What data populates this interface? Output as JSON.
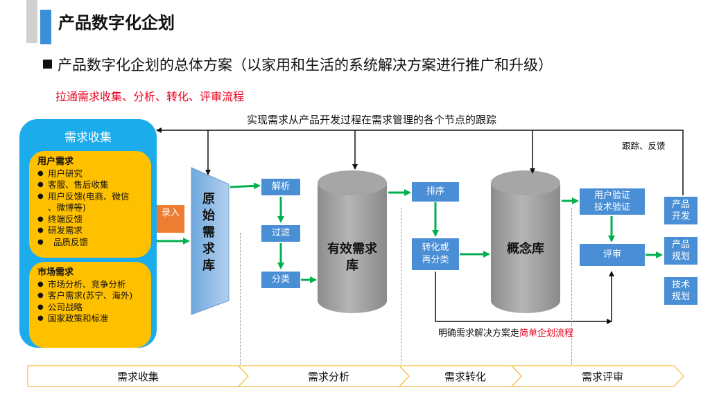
{
  "title": "产品数字化企划",
  "subtitle": "产品数字化企划的总体方案（以家用和生活的系统解决方案进行推广和升级）",
  "red_note": "拉通需求收集、分析、转化、评审流程",
  "top_note": "实现需求从产品开发过程在需求管理的各个节点的跟踪",
  "track_note": "跟踪、反馈",
  "collect": {
    "title": "需求收集",
    "user": {
      "head": "用户需求",
      "items": [
        "用户研究",
        "客服、售后收集",
        "用户反馈(电商、微信",
        "、微博等)",
        "终端反馈",
        "研发需求",
        "  品质反馈"
      ]
    },
    "market": {
      "head": "市场需求",
      "items": [
        "市场分析、竞争分析",
        "客户需求(苏宁、海外)",
        "公司战略",
        "国家政策和标准"
      ]
    }
  },
  "entry": "录入",
  "raw_db": "原始需求库",
  "raw_db_chars": [
    "原",
    "始",
    "需",
    "求",
    "库"
  ],
  "steps": {
    "parse": "解析",
    "filter": "过滤",
    "classify": "分类"
  },
  "valid_db": [
    "有效需求",
    "库"
  ],
  "sort": "排序",
  "transform": [
    "转化或",
    "再分类"
  ],
  "concept_db": "概念库",
  "verify": [
    "用户验证",
    "技术验证"
  ],
  "review": "评审",
  "outputs": {
    "prod_dev": [
      "产品",
      "开发"
    ],
    "prod_plan": [
      "产品",
      "规划"
    ],
    "tech_plan": [
      "技术",
      "规划"
    ]
  },
  "bottom_note": {
    "text": "明确需求解决方案走",
    "red": "简单企划流程"
  },
  "stages": [
    "需求收集",
    "需求分析",
    "需求转化",
    "需求评审"
  ],
  "colors": {
    "blue": "#1cacec",
    "yellow": "#ffc000",
    "orange": "#ed7d31",
    "button_blue": "#4a8fd6",
    "green_arrow": "#00b050",
    "cylinder_gray": "#a6a6a6",
    "red": "#e8001c"
  }
}
